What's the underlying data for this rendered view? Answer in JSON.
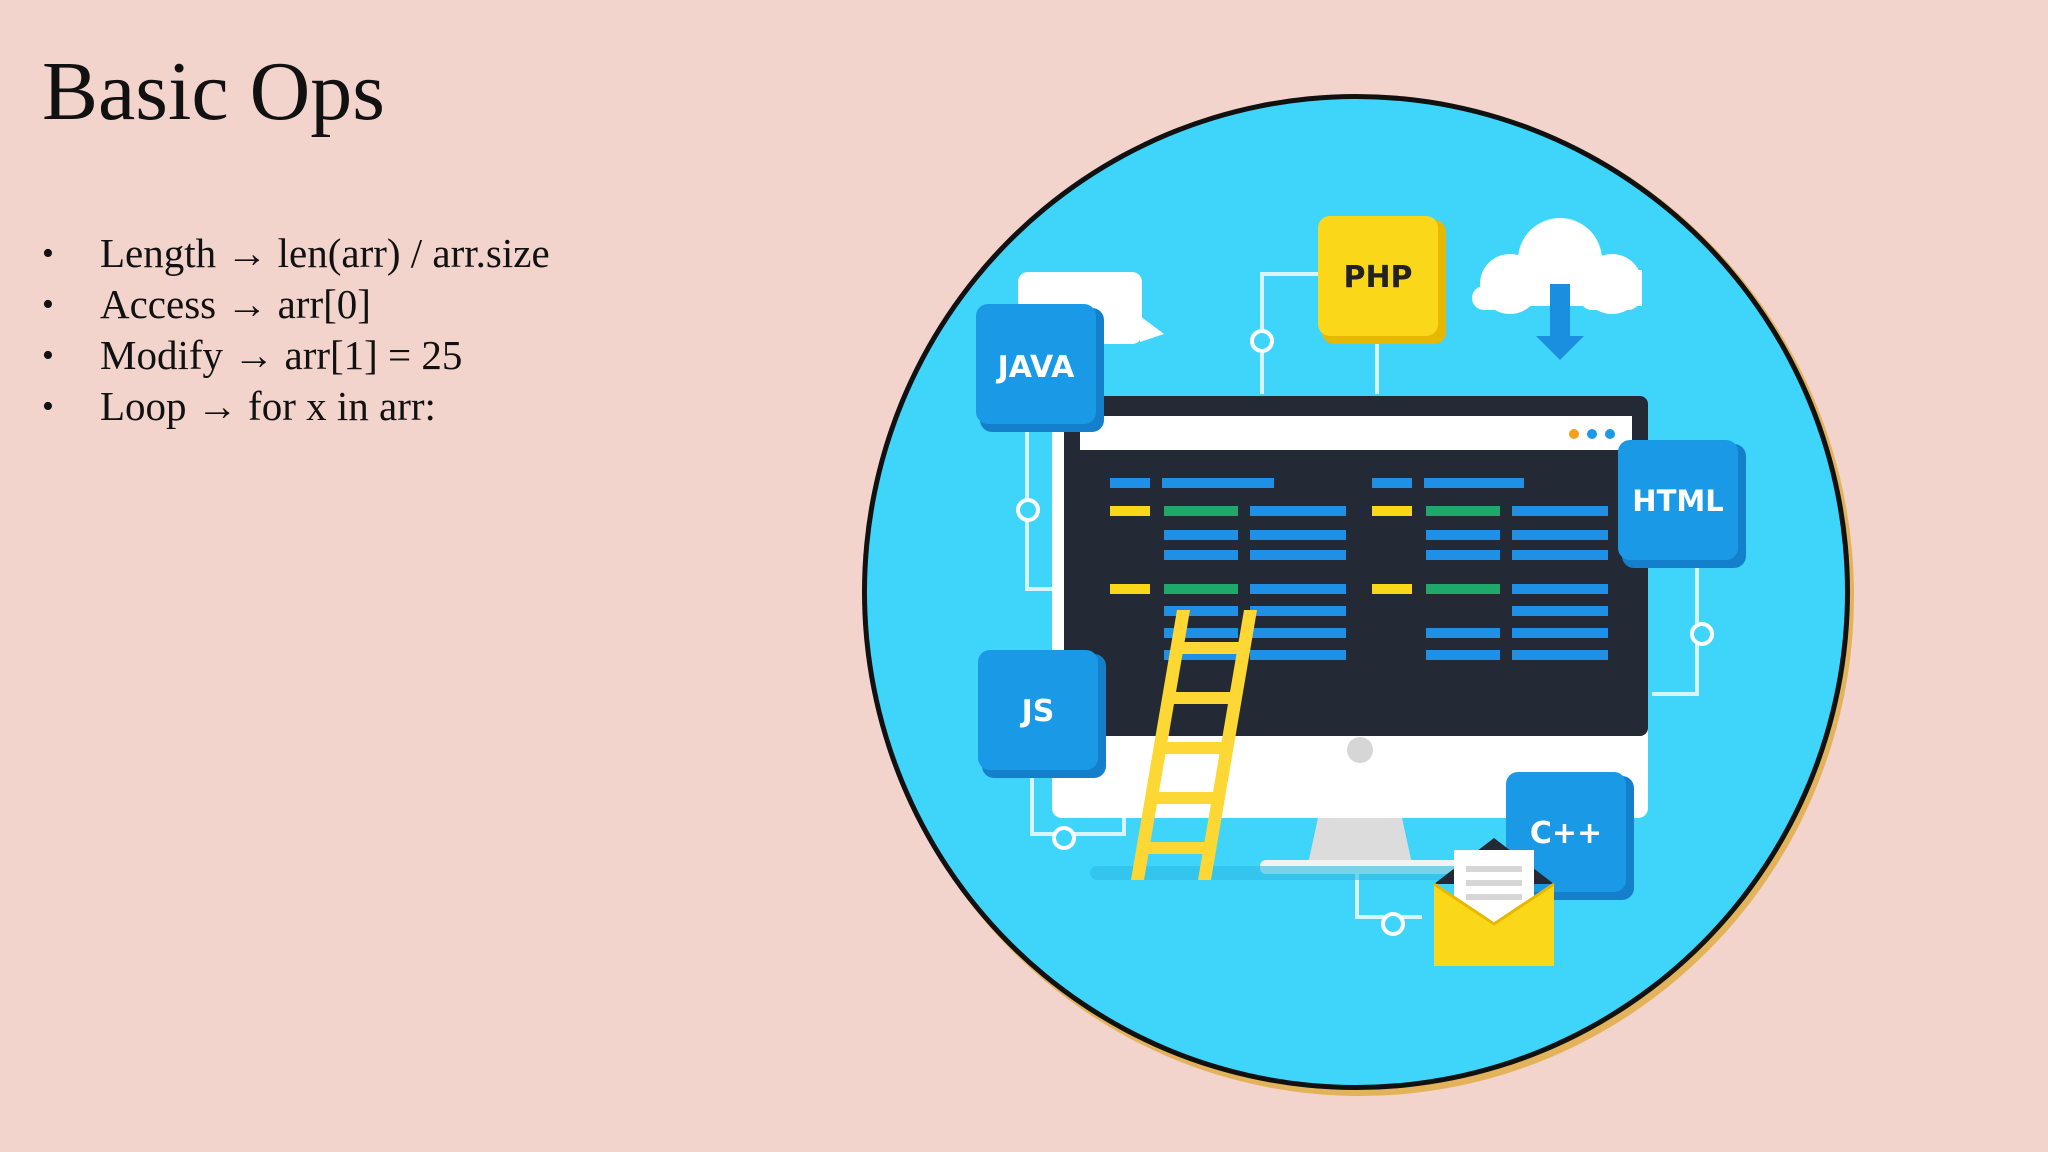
{
  "slide": {
    "title": "Basic Ops",
    "bullets": [
      {
        "marker": "•",
        "text": "Length → len(arr) / arr.size"
      },
      {
        "marker": "•",
        "text": "Access → arr[0]"
      },
      {
        "marker": "•",
        "text": "Modify → arr[1] = 25"
      },
      {
        "marker": "•",
        "text": "Loop → for x in arr:"
      }
    ]
  },
  "illustration": {
    "badges": {
      "java": "JAVA",
      "php": "PHP",
      "html": "HTML",
      "js": "JS",
      "cpp": "C++"
    },
    "icons": [
      "cloud-download-icon",
      "speech-bubble-icon",
      "envelope-icon",
      "ladder-icon",
      "monitor-icon"
    ]
  },
  "colors": {
    "background": "#f2d4cd",
    "circle_fill": "#3fd5fb",
    "badge_blue": "#1a9ae6",
    "php_yellow": "#fbd71a",
    "ladder_yellow": "#fdd835",
    "screen_dark": "#232a35",
    "code_blue": "#1e90e6",
    "code_green": "#1fa86a"
  }
}
